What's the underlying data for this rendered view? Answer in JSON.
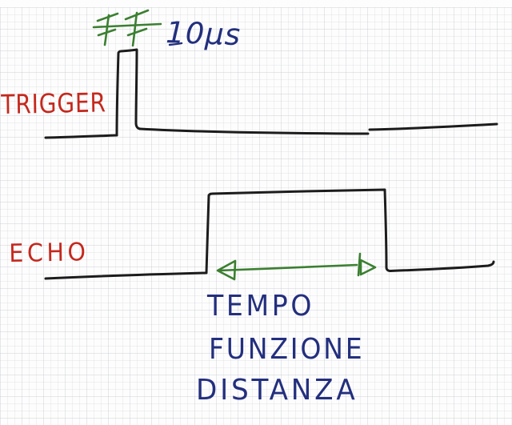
{
  "diagram": {
    "kind": "hand-drawn ultrasonic sensor timing diagram on graph paper",
    "trigger": {
      "label": "TRIGGER",
      "pulse_width": "10μs"
    },
    "echo": {
      "label": "ECHO",
      "duration_caption": [
        "TEMPO",
        "FUNZIONE",
        "DISTANZA"
      ]
    },
    "colors": {
      "ink_black": "#1c1c1c",
      "label_red": "#c5281d",
      "annotation_blue": "#232f7e",
      "annotation_green": "#3b7f31",
      "paper": "#fdfdfd",
      "grid_line": "#e9eaee"
    }
  }
}
